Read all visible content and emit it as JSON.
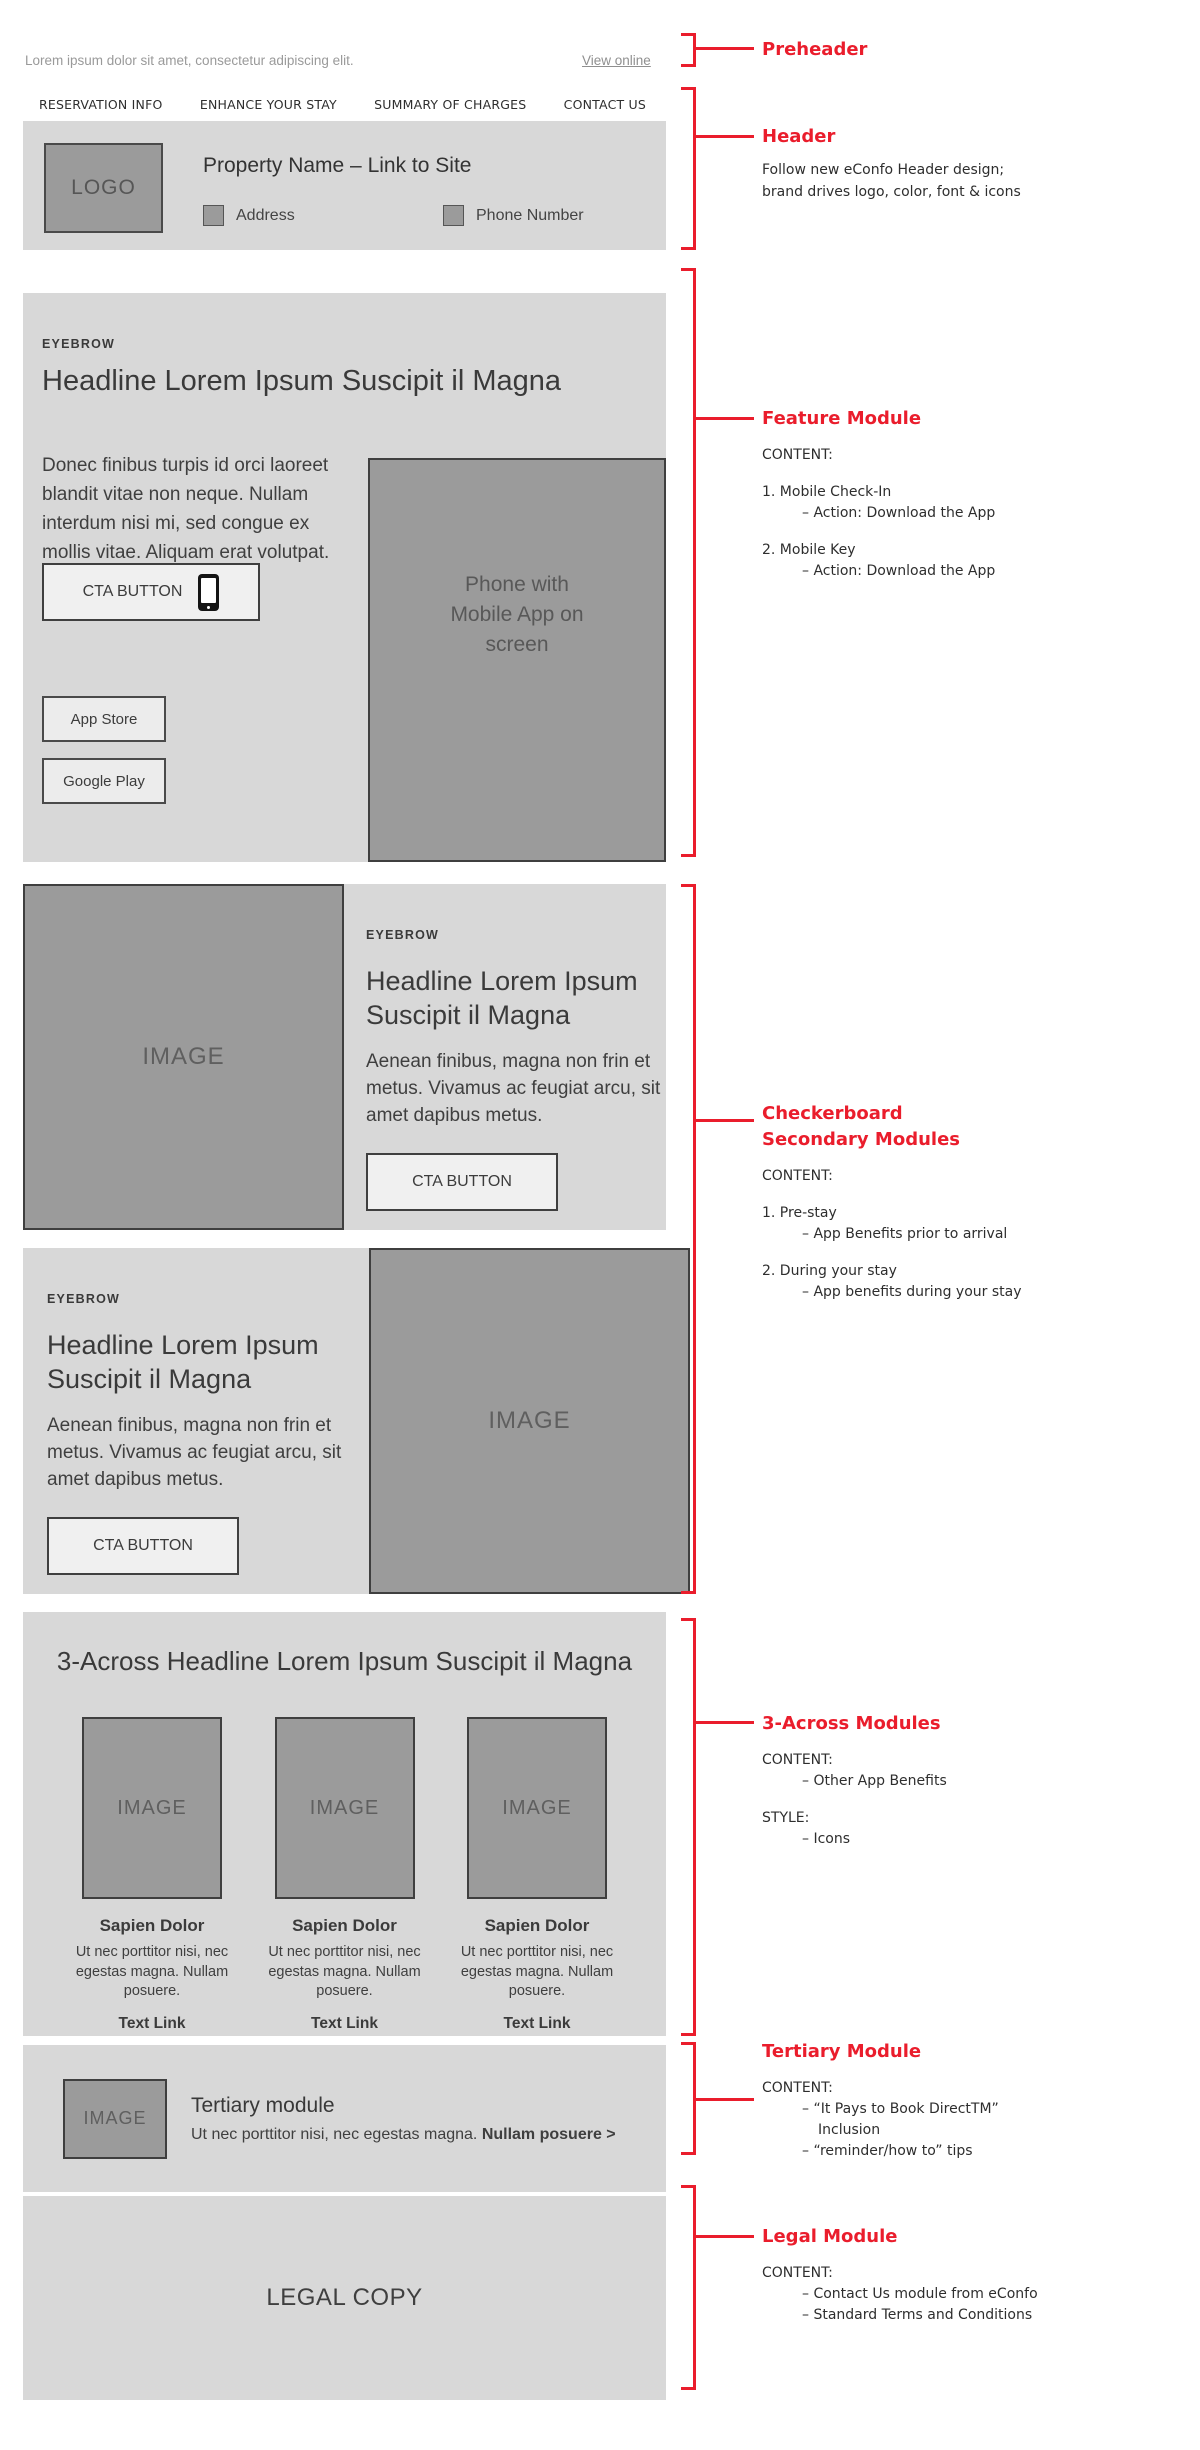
{
  "colors": {
    "annotation_red": "#ea1d2c",
    "module_background": "#d8d8d8",
    "placeholder_gray": "#9b9b9b",
    "border_dark": "#3f3f3f"
  },
  "preheader": {
    "text": "Lorem ipsum dolor sit amet, consectetur adipiscing elit.",
    "link": "View online"
  },
  "nav": {
    "items": [
      "RESERVATION INFO",
      "ENHANCE YOUR STAY",
      "SUMMARY OF CHARGES",
      "CONTACT US"
    ]
  },
  "header": {
    "logo_label": "LOGO",
    "property_name": "Property Name – Link to Site",
    "address_label": "Address",
    "phone_label": "Phone Number"
  },
  "feature": {
    "eyebrow": "EYEBROW",
    "headline": "Headline Lorem Ipsum Suscipit il Magna",
    "body": "Donec finibus turpis id orci laoreet blandit vitae non neque. Nullam interdum nisi mi, sed congue ex mollis vitae. Aliquam erat volutpat.",
    "cta_label": "CTA BUTTON",
    "app_store_label": "App Store",
    "google_play_label": "Google Play",
    "phone_image_label": "Phone with Mobile App on screen"
  },
  "checkerboard": {
    "modules": [
      {
        "image_label": "IMAGE",
        "eyebrow": "EYEBROW",
        "headline": "Headline Lorem Ipsum Suscipit il Magna",
        "body": "Aenean finibus, magna non frin et metus. Vivamus ac feugiat arcu, sit amet dapibus metus.",
        "cta_label": "CTA BUTTON"
      },
      {
        "image_label": "IMAGE",
        "eyebrow": "EYEBROW",
        "headline": "Headline Lorem Ipsum Suscipit il Magna",
        "body": "Aenean finibus, magna non frin et metus. Vivamus ac feugiat arcu, sit amet dapibus metus.",
        "cta_label": "CTA BUTTON"
      }
    ]
  },
  "three_across": {
    "headline": "3-Across Headline Lorem Ipsum Suscipit il Magna",
    "columns": [
      {
        "image_label": "IMAGE",
        "title": "Sapien Dolor",
        "body": "Ut nec porttitor nisi, nec egestas magna. Nullam posuere.",
        "link_label": "Text Link"
      },
      {
        "image_label": "IMAGE",
        "title": "Sapien Dolor",
        "body": "Ut nec porttitor nisi, nec egestas magna. Nullam posuere.",
        "link_label": "Text Link"
      },
      {
        "image_label": "IMAGE",
        "title": "Sapien Dolor",
        "body": "Ut nec porttitor nisi, nec egestas magna. Nullam posuere.",
        "link_label": "Text Link"
      }
    ]
  },
  "tertiary": {
    "image_label": "IMAGE",
    "title": "Tertiary module",
    "body": "Ut nec porttitor nisi, nec egestas magna. ",
    "link": "Nullam posuere >"
  },
  "legal": {
    "text": "LEGAL COPY"
  },
  "annotations": {
    "preheader": {
      "label": "Preheader"
    },
    "header": {
      "label": "Header",
      "body": "Follow new eConfo Header design;\nbrand drives logo, color, font & icons"
    },
    "feature": {
      "label": "Feature Module",
      "content_heading": "CONTENT:",
      "items": [
        "1. Mobile Check-In",
        "– Action: Download the App",
        "2. Mobile Key",
        "– Action: Download the App"
      ]
    },
    "checkerboard": {
      "label": "Checkerboard Secondary Modules",
      "content_heading": "CONTENT:",
      "items": [
        "1. Pre-stay",
        "– App Benefits prior to arrival",
        "2. During your stay",
        "– App benefits during your stay"
      ]
    },
    "three_across": {
      "label": "3-Across Modules",
      "content_heading": "CONTENT:",
      "content_items": [
        "– Other App Benefits"
      ],
      "style_heading": "STYLE:",
      "style_items": [
        "– Icons"
      ]
    },
    "tertiary": {
      "label": "Tertiary Module",
      "content_heading": "CONTENT:",
      "items": [
        "– “It Pays to Book DirectTM”",
        "Inclusion",
        "– “reminder/how to” tips"
      ]
    },
    "legal": {
      "label": "Legal Module",
      "content_heading": "CONTENT:",
      "items": [
        "– Contact Us module from eConfo",
        "– Standard Terms and Conditions"
      ]
    }
  }
}
